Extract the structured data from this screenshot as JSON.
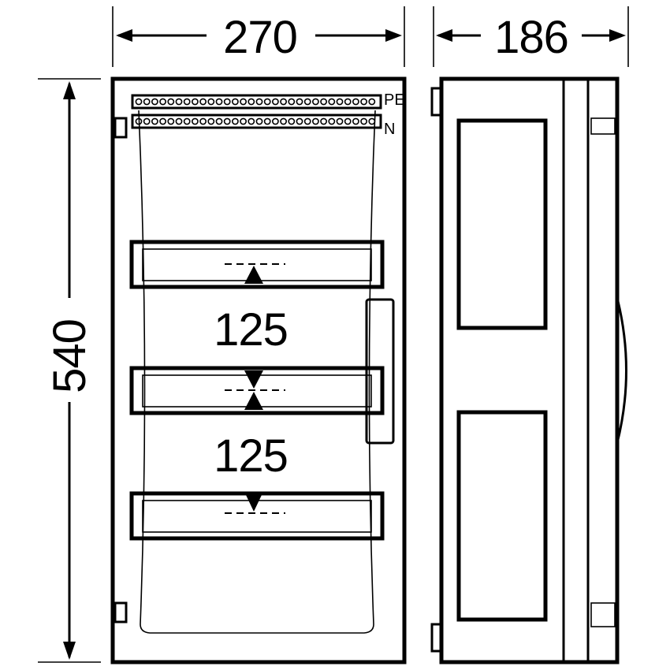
{
  "dimensions": {
    "width": "270",
    "depth": "186",
    "height": "540",
    "rail_spacing_upper": "125",
    "rail_spacing_lower": "125"
  },
  "terminals": {
    "pe_label": "PE",
    "n_label": "N"
  }
}
